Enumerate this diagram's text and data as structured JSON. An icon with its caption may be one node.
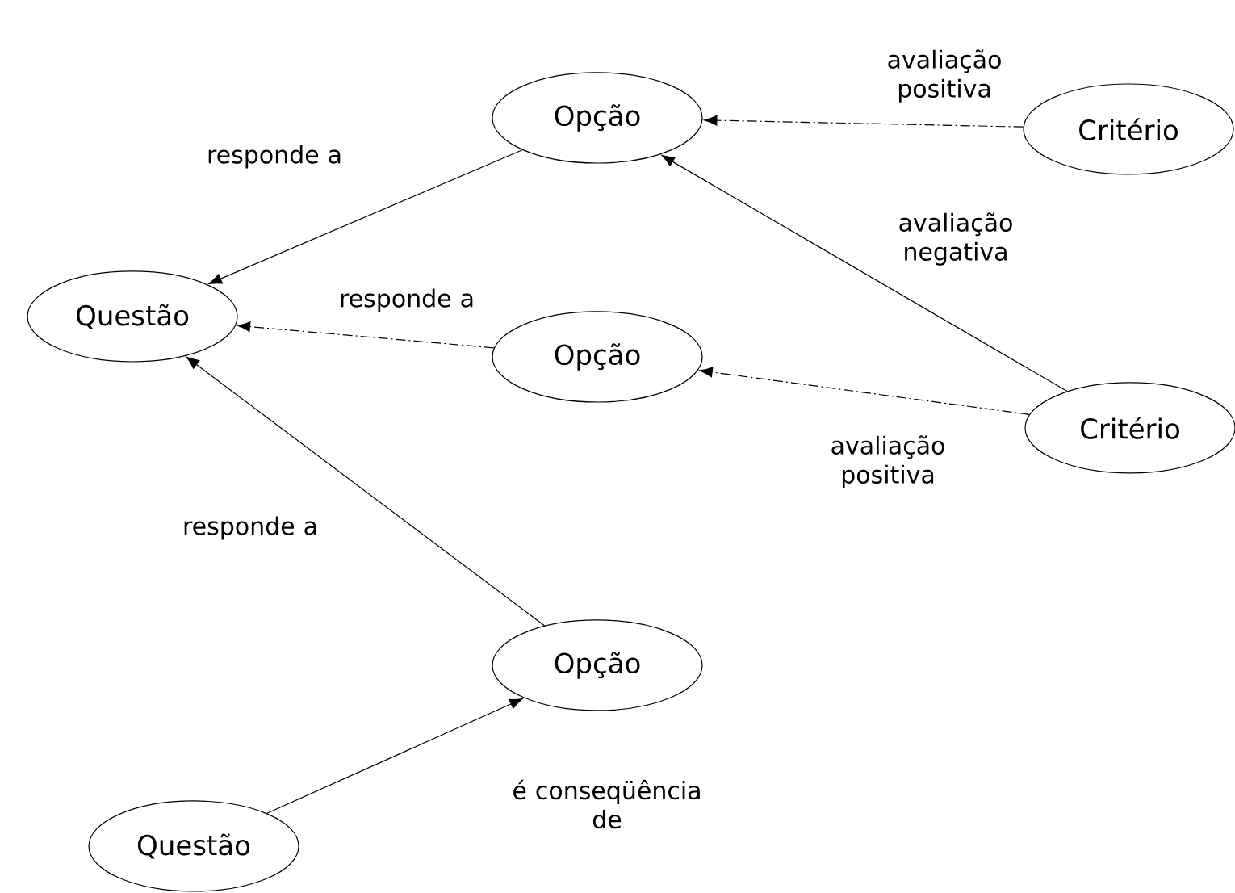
{
  "diagram": {
    "nodes": [
      {
        "text": [
          "Opção"
        ]
      },
      {
        "text": [
          "Critério"
        ]
      },
      {
        "text": [
          "Questão"
        ]
      },
      {
        "text": [
          "Opção"
        ]
      },
      {
        "text": [
          "Critério"
        ]
      },
      {
        "text": [
          "Opção"
        ]
      },
      {
        "text": [
          "Questão"
        ]
      }
    ],
    "edges": [
      {
        "from": 0,
        "to": 2,
        "arrow": "to",
        "label": "responde a"
      },
      {
        "from": 1,
        "to": 0,
        "arrow": "to",
        "label": "avaliação positiva",
        "style": "dashed"
      },
      {
        "from": 4,
        "to": 0,
        "arrow": "to",
        "label": "avaliação negativa"
      },
      {
        "from": 3,
        "to": 2,
        "arrow": "to",
        "label": "responde a",
        "style": "dashed"
      },
      {
        "from": 4,
        "to": 3,
        "arrow": "to",
        "label": "avaliação positiva",
        "style": "dashed"
      },
      {
        "from": 5,
        "to": 2,
        "arrow": "to",
        "label": "responde a"
      },
      {
        "from": 6,
        "to": 5,
        "arrow": "to",
        "label": "é conseqüência de"
      }
    ]
  }
}
